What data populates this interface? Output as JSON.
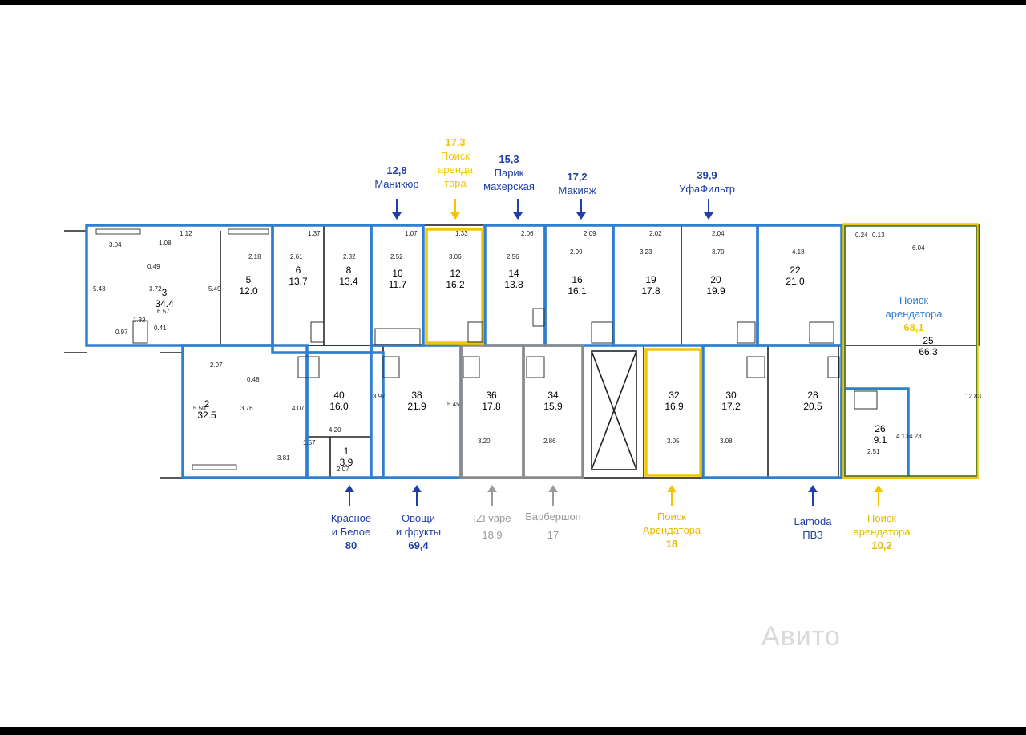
{
  "colors": {
    "blue": "#1f3fa6",
    "yellow": "#f2c500",
    "gray": "#9a9a9a",
    "frame_blue": "#2f7fd0",
    "green": "#2e6b2e"
  },
  "tenants_top": [
    {
      "area": "12,8",
      "name": "Маникюр",
      "color": "blue"
    },
    {
      "area": "17,3",
      "name": "Поиск\nаренда\nтора",
      "color": "yellow"
    },
    {
      "area": "15,3",
      "name": "Парик\nмахерская",
      "color": "blue"
    },
    {
      "area": "17,2",
      "name": "Макияж",
      "color": "blue"
    },
    {
      "area": "39,9",
      "name": "УфаФильтр",
      "color": "blue"
    }
  ],
  "tenants_bottom": [
    {
      "name": "Красное\nи Белое",
      "area": "80",
      "color": "blue"
    },
    {
      "name": "Овощи\nи фрукты",
      "area": "69,4",
      "color": "blue"
    },
    {
      "name": "IZI vape",
      "area": "18,9",
      "color": "gray"
    },
    {
      "name": "Барбершоп",
      "area": "17",
      "color": "gray"
    },
    {
      "name": "Поиск\nАрендатора",
      "area": "18",
      "color": "yellow"
    },
    {
      "name": "Lamoda\nПВЗ",
      "area": "",
      "color": "blue"
    },
    {
      "name": "Поиск\nарендатора",
      "area": "10,2",
      "color": "yellow"
    }
  ],
  "right_tenant": {
    "name": "Поиск\nарендатора",
    "area": "68,1",
    "color": "blue"
  },
  "rooms": [
    {
      "num": "3",
      "area": "34.4"
    },
    {
      "num": "5",
      "area": "12.0"
    },
    {
      "num": "6",
      "area": "13.7"
    },
    {
      "num": "8",
      "area": "13.4"
    },
    {
      "num": "10",
      "area": "11.7"
    },
    {
      "num": "12",
      "area": "16.2"
    },
    {
      "num": "14",
      "area": "13.8"
    },
    {
      "num": "16",
      "area": "16.1"
    },
    {
      "num": "19",
      "area": "17.8"
    },
    {
      "num": "20",
      "area": "19.9"
    },
    {
      "num": "22",
      "area": "21.0"
    },
    {
      "num": "25",
      "area": "66.3"
    },
    {
      "num": "2",
      "area": "32.5"
    },
    {
      "num": "40",
      "area": "16.0"
    },
    {
      "num": "1",
      "area": "3.9"
    },
    {
      "num": "38",
      "area": "21.9"
    },
    {
      "num": "36",
      "area": "17.8"
    },
    {
      "num": "34",
      "area": "15.9"
    },
    {
      "num": "32",
      "area": "16.9"
    },
    {
      "num": "30",
      "area": "17.2"
    },
    {
      "num": "28",
      "area": "20.5"
    },
    {
      "num": "26",
      "area": "9.1"
    }
  ],
  "dims": {
    "d_3_04": "3.04",
    "d_1_08": "1.08",
    "d_0_49": "0.49",
    "d_3_72": "3.72",
    "d_6_57": "6.57",
    "d_5_43": "5.43",
    "d_5_49": "5.49",
    "d_1_32": "1.32",
    "d_0_41": "0.41",
    "d_0_97": "0.97",
    "d_2_18": "2.18",
    "d_2_61": "2.61",
    "d_2_32": "2.32",
    "d_2_52": "2.52",
    "d_3_06": "3.06",
    "d_2_56": "2.56",
    "d_2_99": "2.99",
    "d_3_23": "3.23",
    "d_3_70": "3.70",
    "d_4_18": "4.18",
    "d_6_04": "6.04",
    "d_12_83": "12.83",
    "d_2_97": "2.97",
    "d_0_48": "0.48",
    "d_3_76": "3.76",
    "d_5_50": "5.50",
    "d_3_81": "3.81",
    "d_3_97": "3.97",
    "d_4_07": "4.07",
    "d_4_20": "4.20",
    "d_1_57": "1.57",
    "d_2_07": "2.07",
    "d_3_20": "3.20",
    "d_2_86": "2.86",
    "d_3_05": "3.05",
    "d_3_08": "3.08",
    "d_2_51": "2.51",
    "d_4_13": "4.13",
    "d_4_23": "4.23",
    "d_0_24": "0.24",
    "d_0_13": "0.13",
    "d_5_45": "5.45",
    "d_1_12": "1.12",
    "d_1_37": "1.37",
    "d_2_06": "2.06",
    "d_2_09": "2.09",
    "d_2_02": "2.02",
    "d_2_04": "2.04",
    "d_1_33": "1.33",
    "d_1_07": "1.07"
  },
  "watermark": "Авито"
}
